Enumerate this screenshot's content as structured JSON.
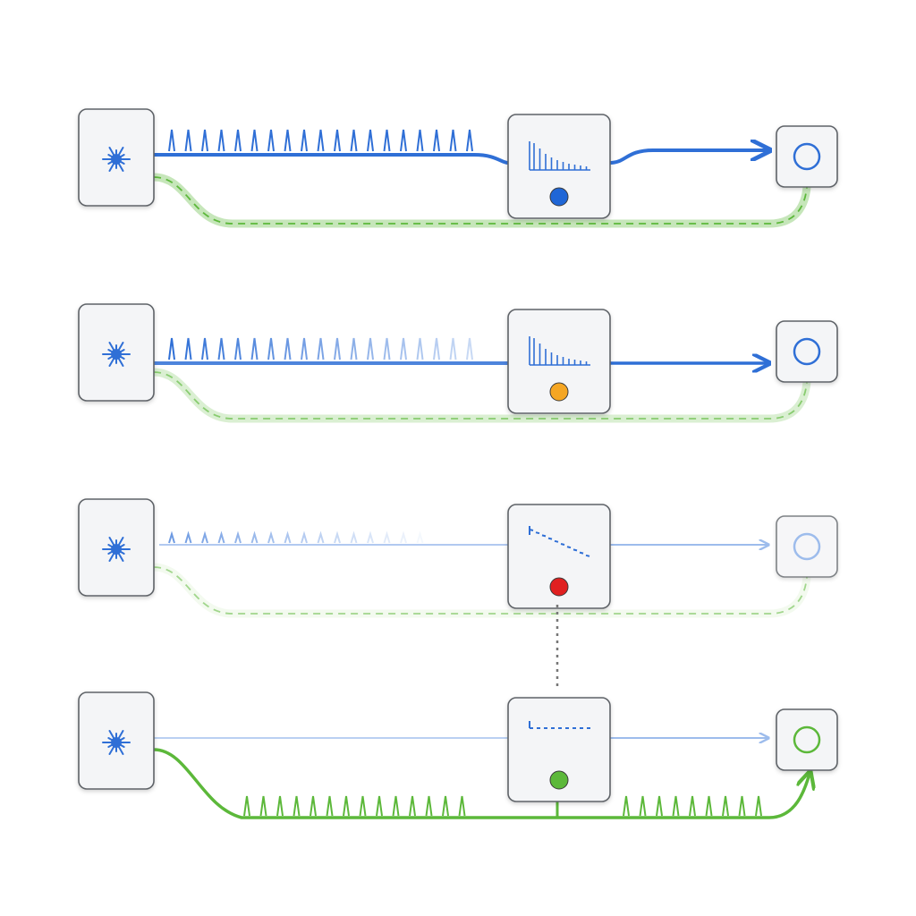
{
  "colors": {
    "blue": "#2f6fd6",
    "blue_light": "#9dbcec",
    "green": "#5cb83a",
    "green_light": "#bfe3ad",
    "node_fill": "#f4f5f7",
    "node_border": "#5f6368",
    "status_blue": "#1f66d6",
    "status_orange": "#f5a623",
    "status_red": "#e02020",
    "status_green": "#5cb83a",
    "link_dotted": "#777777"
  },
  "icons": {
    "source": "laser-burst-icon",
    "monitor_chart": "decay-chart-icon",
    "destination": "circle-target-icon"
  },
  "rows": [
    {
      "name": "row-1",
      "status": "blue",
      "primary": "strong",
      "primary_pulse_level": 1.0,
      "backup": "dashed",
      "monitor_chart": "decay-bars",
      "destination": "blue"
    },
    {
      "name": "row-2",
      "status": "orange",
      "primary": "fading",
      "primary_pulse_level": 0.6,
      "backup": "dashed",
      "monitor_chart": "decay-bars",
      "destination": "blue"
    },
    {
      "name": "row-3",
      "status": "red",
      "primary": "faint",
      "primary_pulse_level": 0.25,
      "backup": "dashed-faint",
      "monitor_chart": "dash-declining",
      "destination": "faint-blue"
    },
    {
      "name": "row-4",
      "status": "green",
      "primary": "very-faint",
      "primary_pulse_level": 0.0,
      "backup": "active-pulses",
      "monitor_chart": "flat-dashed",
      "destination": "green"
    }
  ]
}
